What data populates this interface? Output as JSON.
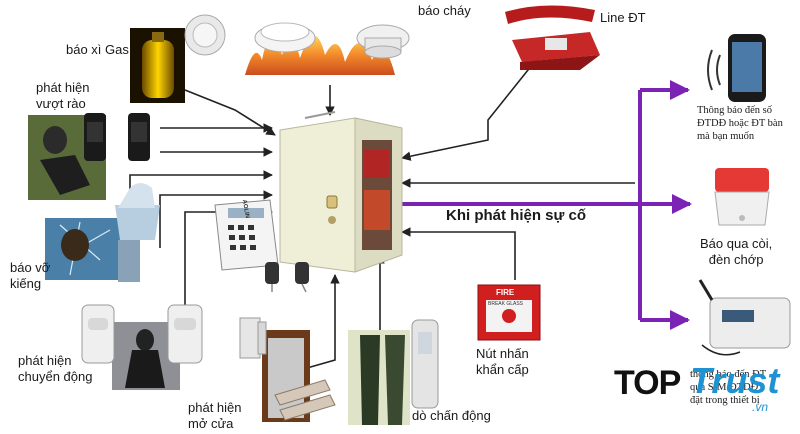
{
  "labels": {
    "gas": "báo xì Gas",
    "fire": "báo cháy",
    "phone_line": "Line ĐT",
    "fence": "phát hiện\nvượt rào",
    "glass": "báo vỡ\nkiếng",
    "motion": "phát hiện\nchuyển động",
    "door": "phát hiện\nmở cửa",
    "vibration": "dò chấn động",
    "panic": "Nút nhấn\nkhẩn cấp",
    "incident": "Khi phát hiện sự cố",
    "mobile": "Thông báo đến số\nĐTDĐ hoặc ĐT bàn\nmà bạn muốn",
    "siren": "Báo qua còi,\nđèn chớp",
    "sim": "thông báo đến ĐT\nqua SIM ĐTDĐ\nđặt trong thiết bị"
  },
  "devices": {
    "keypad_brand": "AOLIN",
    "fire_button_text": "FIRE",
    "fire_button_sub": "BREAK GLASS"
  },
  "logo": {
    "word1": "TOP",
    "word2": "Trust",
    "suffix": ".vn"
  },
  "colors": {
    "purple": "#7a23b5",
    "logo_blue": "#1f93d1",
    "logo_black": "#111111",
    "panel": "#efeed7"
  }
}
